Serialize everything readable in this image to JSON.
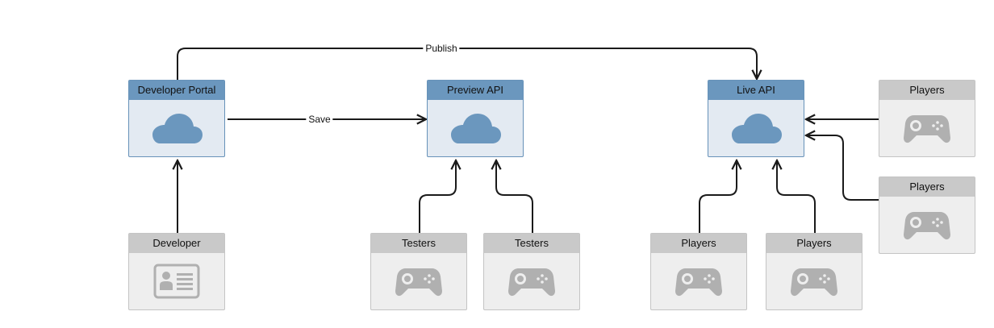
{
  "colors": {
    "cloud_header": "#6b97be",
    "cloud_body": "#e3eaf2",
    "cloud_icon": "#6b97be",
    "grey_header": "#c9c9c9",
    "grey_body": "#eeeeee",
    "grey_icon": "#b0b0b0",
    "arrow": "#1a1a1a"
  },
  "nodes": {
    "developer_portal": {
      "title": "Developer Portal",
      "icon": "cloud-icon"
    },
    "preview_api": {
      "title": "Preview API",
      "icon": "cloud-icon"
    },
    "live_api": {
      "title": "Live API",
      "icon": "cloud-icon"
    },
    "developer": {
      "title": "Developer",
      "icon": "contact-card-icon"
    },
    "testers_1": {
      "title": "Testers",
      "icon": "gamepad-icon"
    },
    "testers_2": {
      "title": "Testers",
      "icon": "gamepad-icon"
    },
    "players_1": {
      "title": "Players",
      "icon": "gamepad-icon"
    },
    "players_2": {
      "title": "Players",
      "icon": "gamepad-icon"
    },
    "players_right_top": {
      "title": "Players",
      "icon": "gamepad-icon"
    },
    "players_right_mid": {
      "title": "Players",
      "icon": "gamepad-icon"
    }
  },
  "edges": {
    "publish": "Publish",
    "save": "Save"
  }
}
